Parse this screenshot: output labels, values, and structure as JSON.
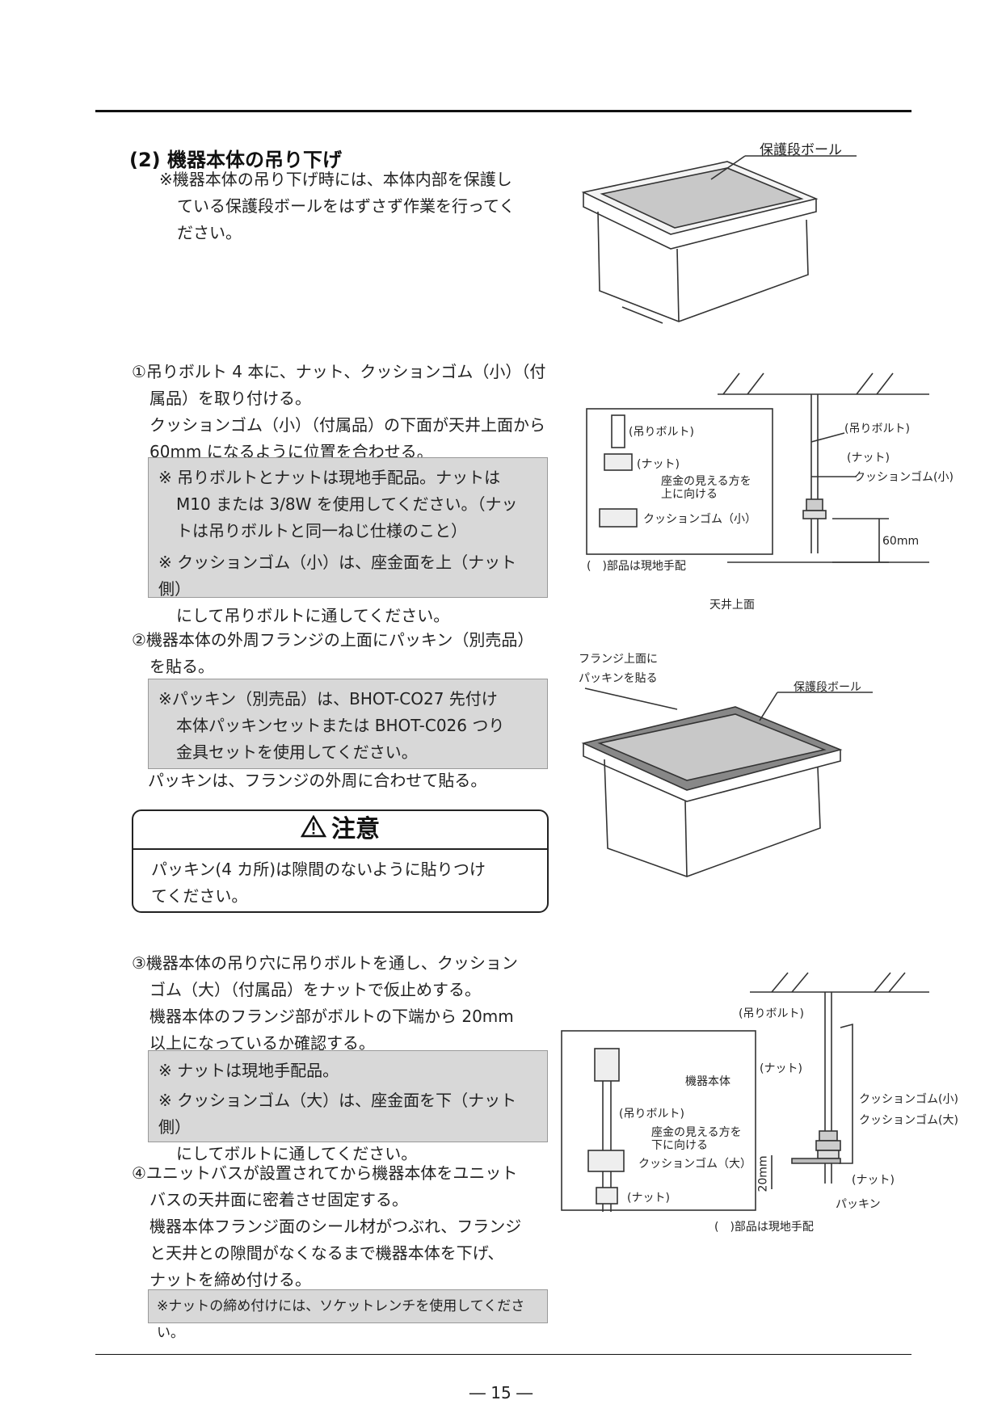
{
  "section": {
    "title": "(2) 機器本体の吊り下げ",
    "intro_lines": [
      "※機器本体の吊り下げ時には、本体内部を保護し",
      "ている保護段ボールをはずさず作業を行ってく",
      "ださい。"
    ]
  },
  "step1": {
    "lines": [
      "①吊りボルト 4 本に、ナット、クッションゴム（小）（付",
      "属品）を取り付ける。",
      "クッションゴム（小）（付属品）の下面が天井上面から",
      "60mm になるように位置を合わせる。"
    ],
    "notes": [
      "※ 吊りボルトとナットは現地手配品。ナットは",
      "M10 または 3/8W を使用してください。（ナッ",
      "トは吊りボルトと同一ねじ仕様のこと）",
      "※ クッションゴム（小）は、座金面を上（ナット側）",
      "にして吊りボルトに通してください。"
    ]
  },
  "step2": {
    "lines": [
      "②機器本体の外周フランジの上面にパッキン（別売品）",
      "を貼る。"
    ],
    "notes": [
      "※パッキン（別売品）は、BHOT-CO27 先付け",
      "本体パッキンセットまたは BHOT-C026 つり",
      "金具セットを使用してください。"
    ],
    "after": "パッキンは、フランジの外周に合わせて貼る。"
  },
  "caution": {
    "heading": "注意",
    "lines": [
      "パッキン(4 カ所)は隙間のないように貼りつけ",
      "てください。"
    ]
  },
  "step3": {
    "lines": [
      "③機器本体の吊り穴に吊りボルトを通し、クッション",
      "ゴム（大）（付属品）をナットで仮止めする。",
      "機器本体のフランジ部がボルトの下端から 20mm",
      "以上になっているか確認する。"
    ],
    "notes": [
      "※ ナットは現地手配品。",
      "※ クッションゴム（大）は、座金面を下（ナット側）",
      "にしてボルトに通してください。"
    ]
  },
  "step4": {
    "lines": [
      "④ユニットバスが設置されてから機器本体をユニット",
      "バスの天井面に密着させ固定する。",
      "機器本体フランジ面のシール材がつぶれ、フランジ",
      "と天井との隙間がなくなるまで機器本体を下げ、",
      "ナットを締め付ける。"
    ],
    "note": "※ナットの締め付けには、ソケットレンチを使用してください。"
  },
  "figure1": {
    "label": "保護段ボール"
  },
  "figure2": {
    "labels": {
      "bolt_inset": "(吊りボルト)",
      "nut_inset": "(ナット)",
      "washer_up": [
        "座金の見える方を",
        "上に向ける"
      ],
      "cushion_small_inset": "クッションゴム（小）",
      "local_parts": "(　)部品は現地手配",
      "bolt": "(吊りボルト)",
      "nut": "(ナット)",
      "cushion_small": "クッションゴム(小)",
      "dim": "60mm",
      "ceiling": "天井上面"
    }
  },
  "figure3": {
    "flange_label": [
      "フランジ上面に",
      "パッキンを貼る"
    ],
    "cardboard_label": "保護段ボール"
  },
  "figure4": {
    "labels": {
      "bolt": "(吊りボルト)",
      "body": "機器本体",
      "nut_top": "(ナット)",
      "cushion_small": "クッションゴム(小)",
      "cushion_large": "クッションゴム(大)",
      "bolt_inset": "(吊りボルト)",
      "washer_down": [
        "座金の見える方を",
        "下に向ける"
      ],
      "cushion_large_inset": "クッションゴム（大）",
      "dim": "20mm",
      "nut_inset": "(ナット)",
      "nut_bottom": "(ナット)",
      "packing": "パッキン",
      "local_parts": "(　)部品は現地手配"
    }
  },
  "page_number": "― 15 ―"
}
